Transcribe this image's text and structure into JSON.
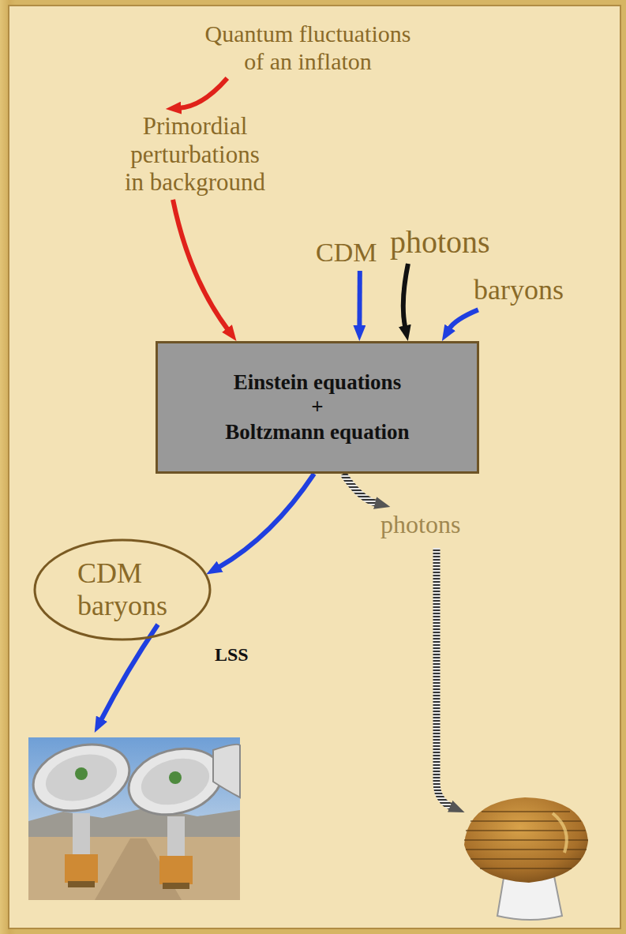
{
  "diagram": {
    "nodes": [
      {
        "text": [
          "Quantum fluctuations of an inflaton"
        ]
      },
      {
        "text": [
          "Primordial perturbations in background"
        ]
      },
      {
        "text": [
          "CDM"
        ]
      },
      {
        "text": [
          "photons"
        ]
      },
      {
        "text": [
          "baryons"
        ]
      },
      {
        "text": [
          "Einstein equations + Boltzmann equation"
        ]
      },
      {
        "text": [
          "CDM baryons",
          "LSS"
        ]
      },
      {
        "text": [
          "photons"
        ]
      }
    ],
    "edges": [
      {
        "from": 0,
        "to": 1,
        "arrow": "to"
      },
      {
        "from": 1,
        "to": 5,
        "arrow": "to"
      },
      {
        "from": 2,
        "to": 5,
        "arrow": "to"
      },
      {
        "from": 3,
        "to": 5,
        "arrow": "to"
      },
      {
        "from": 4,
        "to": 5,
        "arrow": "to"
      },
      {
        "from": 5,
        "to": 6,
        "arrow": "to"
      },
      {
        "from": 5,
        "to": 7,
        "arrow": "to"
      }
    ]
  }
}
